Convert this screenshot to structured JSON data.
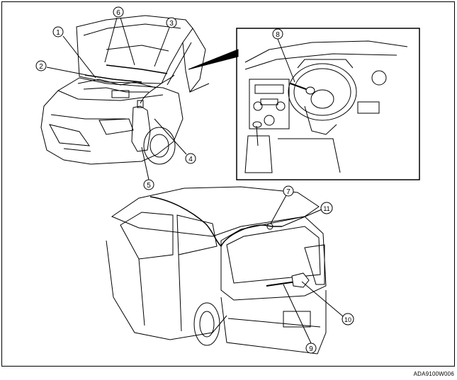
{
  "figure": {
    "code": "ADA9100W006",
    "line_color": "#000000",
    "background": "#ffffff"
  },
  "callouts": [
    {
      "id": "c1",
      "label": "1"
    },
    {
      "id": "c2",
      "label": "2"
    },
    {
      "id": "c3",
      "label": "3"
    },
    {
      "id": "c4",
      "label": "4"
    },
    {
      "id": "c5",
      "label": "5"
    },
    {
      "id": "c6",
      "label": "6"
    },
    {
      "id": "c7",
      "label": "7"
    },
    {
      "id": "c8",
      "label": "8"
    },
    {
      "id": "c9",
      "label": "9"
    },
    {
      "id": "c10",
      "label": "10"
    },
    {
      "id": "c11",
      "label": "11"
    }
  ]
}
